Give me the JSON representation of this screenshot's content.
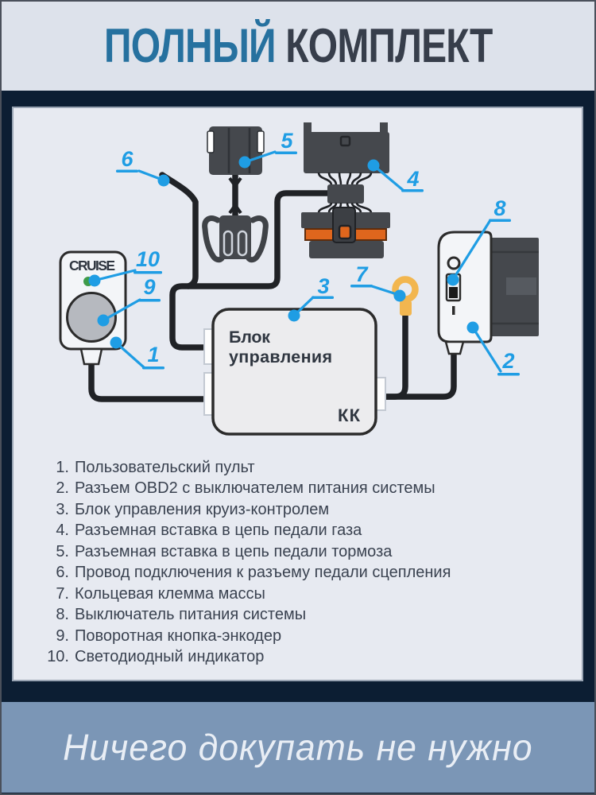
{
  "header": {
    "title_primary": "ПОЛНЫЙ",
    "title_secondary": "КОМПЛЕКТ"
  },
  "diagram": {
    "remote": {
      "label": "CRUISE"
    },
    "control_unit": {
      "line1": "Блок",
      "line2": "управления",
      "badge": "КК"
    },
    "callouts": [
      {
        "num": "1"
      },
      {
        "num": "2"
      },
      {
        "num": "3"
      },
      {
        "num": "4"
      },
      {
        "num": "5"
      },
      {
        "num": "6"
      },
      {
        "num": "7"
      },
      {
        "num": "8"
      },
      {
        "num": "9"
      },
      {
        "num": "10"
      }
    ]
  },
  "legend": {
    "items": [
      {
        "num": "1.",
        "label": "Пользовательский пульт"
      },
      {
        "num": "2.",
        "label": "Разъем OBD2 с выключателем питания системы"
      },
      {
        "num": "3.",
        "label": "Блок управления круиз-контролем"
      },
      {
        "num": "4.",
        "label": "Разъемная вставка в цепь педали газа"
      },
      {
        "num": "5.",
        "label": "Разъемная вставка в цепь педали тормоза"
      },
      {
        "num": "6.",
        "label": "Провод подключения к разъему педали сцепления"
      },
      {
        "num": "7.",
        "label": "Кольцевая клемма массы"
      },
      {
        "num": "8.",
        "label": "Выключатель питания системы"
      },
      {
        "num": "9.",
        "label": "Поворотная кнопка-энкодер"
      },
      {
        "num": "10.",
        "label": "Светодиодный индикатор"
      }
    ]
  },
  "footer": {
    "note": "Ничего докупать не нужно"
  },
  "palette": {
    "frame_navy": "#0c1e33",
    "header_bg": "#dde2eb",
    "panel_bg": "#e7eaf1",
    "footer_band": "#7b96b6",
    "accent_blue": "#1f9de4",
    "title_blue": "#26719f",
    "title_dark": "#373e4b",
    "wire_black": "#202226",
    "component_gray": "#45484d",
    "orange": "#df661d",
    "terminal_yellow": "#f2b64f",
    "led_green": "#3f9b49"
  }
}
